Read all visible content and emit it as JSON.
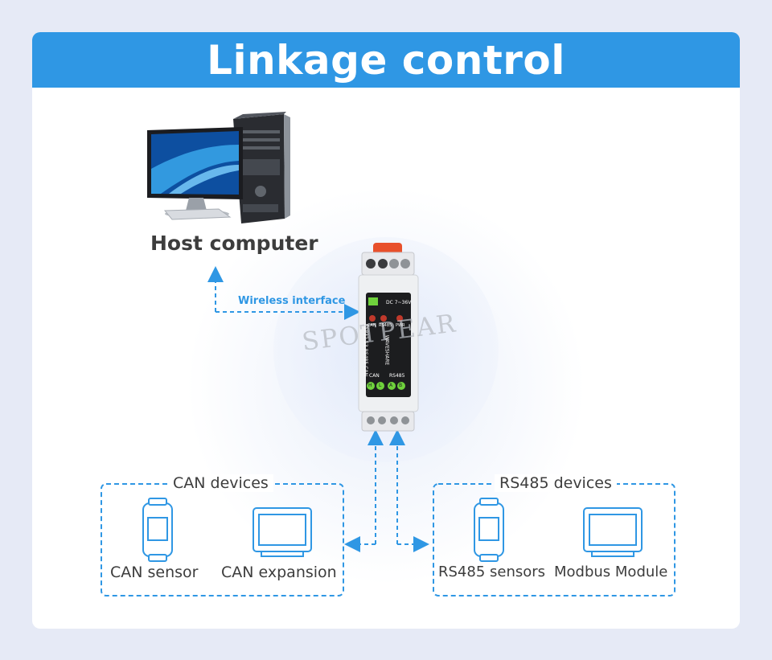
{
  "title": "Linkage control",
  "host": {
    "label": "Host computer"
  },
  "link": {
    "wireless_label": "Wireless interface"
  },
  "watermark": "SPOTPEAR",
  "device": {
    "dc_label": "DC 7~36V",
    "led_labels": [
      "CAN",
      "RS485",
      "PWR"
    ],
    "side_text": "ESP32-S3-RS485-CAN",
    "brand": "WAVESHARE",
    "port_labels": [
      "CAN",
      "RS485"
    ],
    "terminal_labels": [
      "H",
      "L",
      "A",
      "B"
    ]
  },
  "groups": [
    {
      "title": "CAN devices",
      "devices": [
        "CAN sensor",
        "CAN expansion"
      ]
    },
    {
      "title": "RS485 devices",
      "devices": [
        "RS485 sensors",
        "Modbus Module"
      ]
    }
  ],
  "colors": {
    "accent": "#2f97e4",
    "background": "#e6eaf6",
    "led_green": "#6fd23c",
    "led_red": "#c0392b",
    "latch_orange": "#e8502b"
  }
}
